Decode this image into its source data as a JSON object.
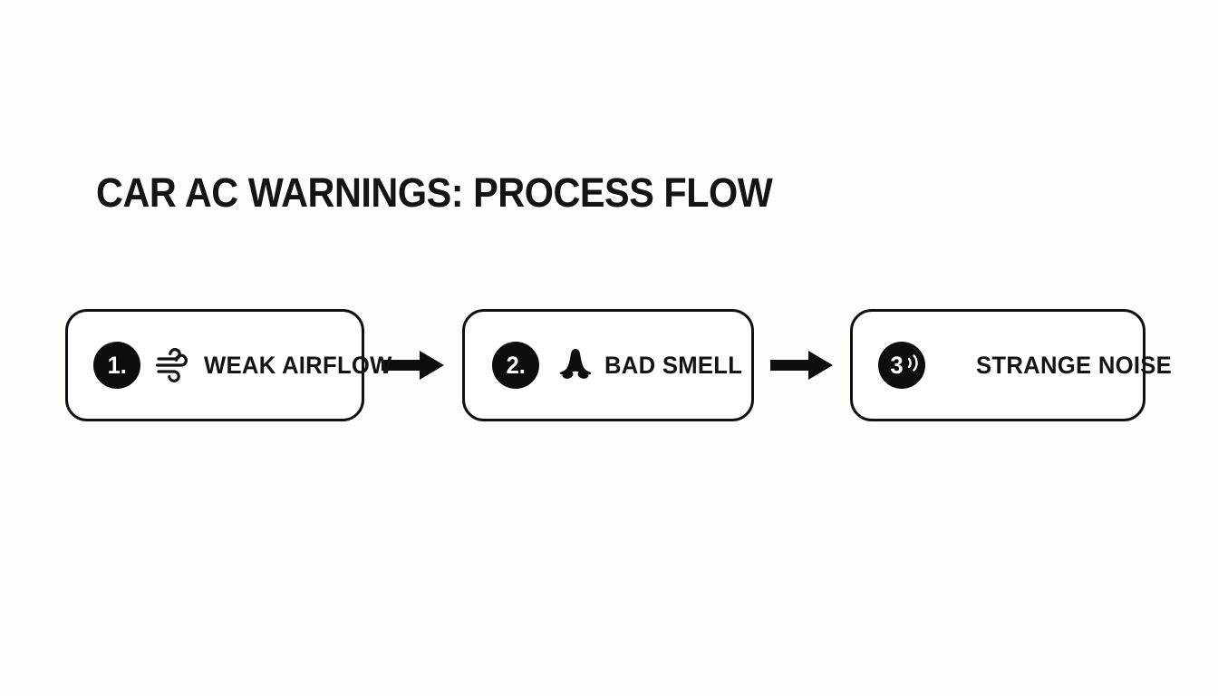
{
  "page": {
    "title": "CAR AC WARNINGS: PROCESS FLOW",
    "background_color": "#fdfdfc",
    "ink_color": "#111111"
  },
  "flow": {
    "steps": [
      {
        "number": "1.",
        "icon": "wind-icon",
        "label": "WEAK AIRFLOW"
      },
      {
        "number": "2.",
        "icon": "nose-icon",
        "label": "BAD SMELL"
      },
      {
        "number": "3",
        "icon": "sound-waves-icon",
        "label": "STRANGE NOISE"
      }
    ],
    "connectors": [
      {
        "name": "arrow-right-icon"
      },
      {
        "name": "arrow-right-icon"
      }
    ]
  }
}
